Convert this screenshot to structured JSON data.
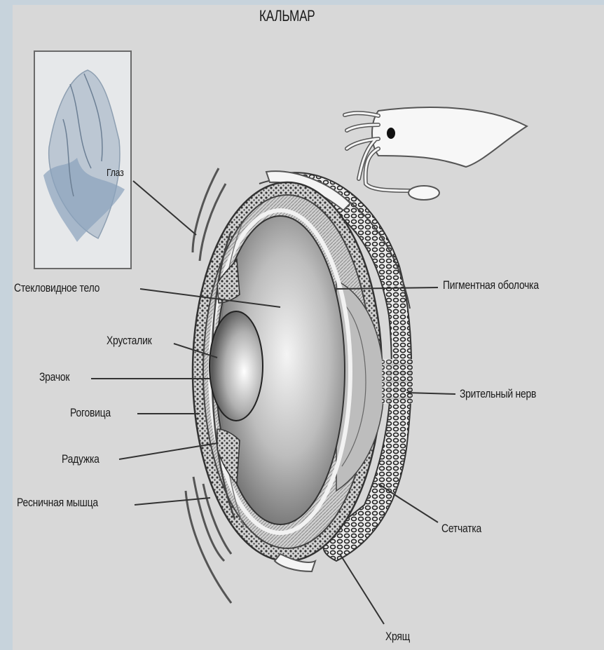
{
  "title": "КАЛЬМАР",
  "inset_label": "Глаз",
  "labels": {
    "vitreous_body": "Стекловидное тело",
    "lens": "Хрусталик",
    "pupil": "Зрачок",
    "cornea": "Роговица",
    "iris": "Радужка",
    "ciliary_muscle": "Ресничная мышца",
    "pigment_layer": "Пигментная оболочка",
    "optic_nerve": "Зрительный нерв",
    "retina": "Сетчатка",
    "cartilage": "Хрящ"
  },
  "colors": {
    "background": "#c7d3dc",
    "panel": "#d8d8d8",
    "inset_bg": "#e6e8ea",
    "inset_sketch": "#8aa2bc",
    "ink": "#1a1a1a"
  }
}
